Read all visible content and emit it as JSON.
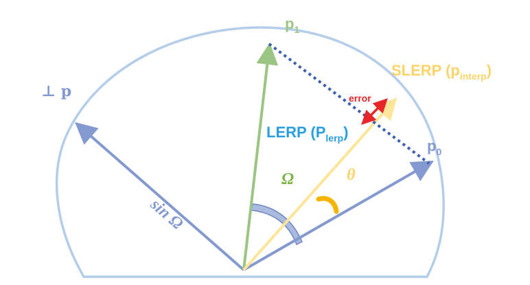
{
  "labels": {
    "p1": "p",
    "p1_sub": "1",
    "perp": "⊥ p",
    "slerp": "SLERP (p",
    "slerp_sub": "interp",
    "slerp_close": ")",
    "error": "error",
    "lerp": "LERP (P",
    "lerp_sub": "lerp",
    "lerp_close": ")",
    "p0": "p",
    "p0_sub": "0",
    "omega": "Ω",
    "theta": "θ",
    "sin_omega": "sin Ω"
  },
  "colors": {
    "circle": "#b4cde8",
    "p0_vector": "#8499cf",
    "perp_vector": "#8499cf",
    "p1_vector": "#9bc583",
    "slerp_vector": "#fde69a",
    "chord": "#3d5fb0",
    "error": "#e8262a",
    "omega_arc": "#aabbe0",
    "theta_arc": "#f4b400",
    "p1_label": "#9bc583",
    "perp_label": "#8499cf",
    "slerp_label": "#fcd46a",
    "lerp_label": "#2a9fe0",
    "p0_label": "#8499cf",
    "omega_label": "#7cb342",
    "theta_label": "#fcd46a",
    "sin_label": "#8499cf"
  }
}
